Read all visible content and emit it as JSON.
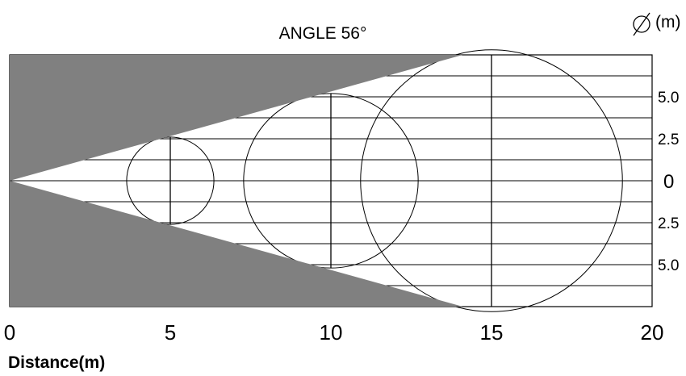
{
  "title": "ANGLE 56°",
  "diameter_label": "(m)",
  "diameter_symbol": "diameter-icon",
  "xlabel": "Distance(m)",
  "colors": {
    "shadow": "#808080",
    "line": "#000000",
    "background": "#ffffff"
  },
  "chart_data": {
    "type": "diagram",
    "beam_angle_deg": 56,
    "x_range": [
      0,
      20
    ],
    "y_range": [
      -7.5,
      7.5
    ],
    "x_ticks": [
      {
        "value": 0,
        "label": "0"
      },
      {
        "value": 5,
        "label": "5"
      },
      {
        "value": 10,
        "label": "10"
      },
      {
        "value": 15,
        "label": "15"
      },
      {
        "value": 20,
        "label": "20"
      }
    ],
    "y_ticks": [
      {
        "value": 5,
        "label": "5.0"
      },
      {
        "value": 2.5,
        "label": "2.5"
      },
      {
        "value": 0,
        "label": "0"
      },
      {
        "value": -2.5,
        "label": "2.5"
      },
      {
        "value": -5,
        "label": "5.0"
      }
    ],
    "hgrid_step": 1.25,
    "spot_circles": [
      {
        "distance": 5,
        "diameter": 5.2
      },
      {
        "distance": 10,
        "diameter": 10.4
      },
      {
        "distance": 15,
        "diameter": 15.6
      }
    ]
  }
}
